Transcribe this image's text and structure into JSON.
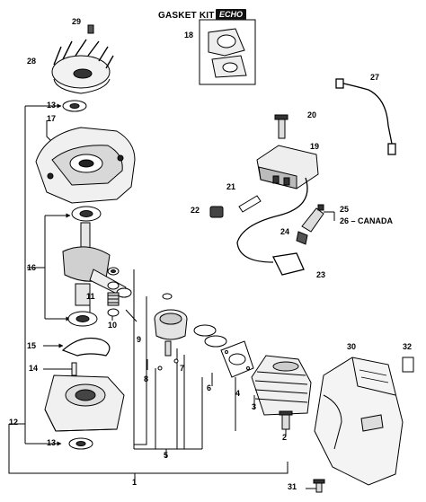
{
  "gasket_kit": {
    "title": "GASKET KIT",
    "brand": "ECHO"
  },
  "callouts": {
    "p1": "1",
    "p2": "2",
    "p3": "3",
    "p4": "4",
    "p5": "5",
    "p6": "6",
    "p7": "7",
    "p8": "8",
    "p9": "9",
    "p10": "10",
    "p11": "11",
    "p12": "12",
    "p13a": "13",
    "p13b": "13",
    "p14": "14",
    "p15": "15",
    "p16": "16",
    "p17": "17",
    "p18": "18",
    "p19": "19",
    "p20": "20",
    "p21": "21",
    "p22": "22",
    "p23": "23",
    "p24": "24",
    "p25": "25",
    "p26": "26 – CANADA",
    "p27": "27",
    "p28": "28",
    "p29": "29",
    "p30": "30",
    "p31": "31",
    "p32": "32"
  }
}
